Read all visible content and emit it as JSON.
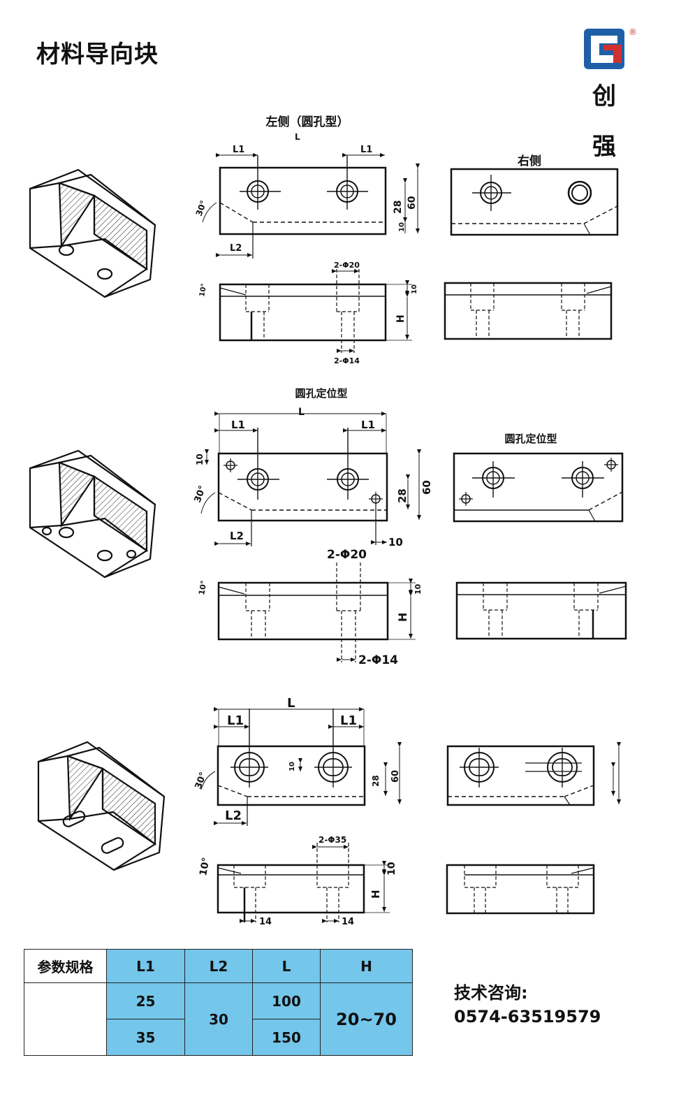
{
  "page": {
    "title": "材料导向块"
  },
  "brand": {
    "char1": "创",
    "char2": "强",
    "registered": "®",
    "logo_icon": "cq-logo-icon",
    "logo_color": "#1f5fa8"
  },
  "section1": {
    "left_title": "左侧（圆孔型）",
    "right_title": "右侧",
    "top_view": {
      "L": "L",
      "L1a": "L1",
      "L1b": "L1",
      "L2": "L2",
      "angle": "30°",
      "d28": "28",
      "d60": "60",
      "d10": "10"
    },
    "side_view": {
      "angle": "10°",
      "d10": "10",
      "H": "H",
      "holes_top": "2-Φ20",
      "holes_bottom": "2-Φ14"
    }
  },
  "section2": {
    "title": "圆孔定位型",
    "right_title": "圆孔定位型",
    "top_view": {
      "L": "L",
      "L1a": "L1",
      "L1b": "L1",
      "L2": "L2",
      "angle": "30°",
      "d10a": "10",
      "d28": "28",
      "d60": "60",
      "d10b": "10"
    },
    "side_view": {
      "angle": "10°",
      "d10": "10",
      "H": "H",
      "holes_top": "2-Φ20",
      "holes_bottom": "2-Φ14"
    }
  },
  "section3": {
    "top_view": {
      "L": "L",
      "L1a": "L1",
      "L1b": "L1",
      "L2": "L2",
      "angle": "30°",
      "d10": "10",
      "d28": "28",
      "d60": "60"
    },
    "side_view": {
      "angle": "10°",
      "d10": "10",
      "H": "H",
      "holes_top": "2-Φ35",
      "hole_a": "14",
      "hole_b": "14"
    }
  },
  "spec_table": {
    "header": {
      "label": "参数规格",
      "L1": "L1",
      "L2": "L2",
      "L": "L",
      "H": "H"
    },
    "rows": [
      {
        "L1": "25",
        "L": "100"
      },
      {
        "L1": "35",
        "L": "150"
      }
    ],
    "L2_value": "30",
    "H_value": "20~70",
    "highlight_color": "#74c6ea"
  },
  "contact": {
    "label": "技术咨询:",
    "phone": "0574-63519579"
  }
}
